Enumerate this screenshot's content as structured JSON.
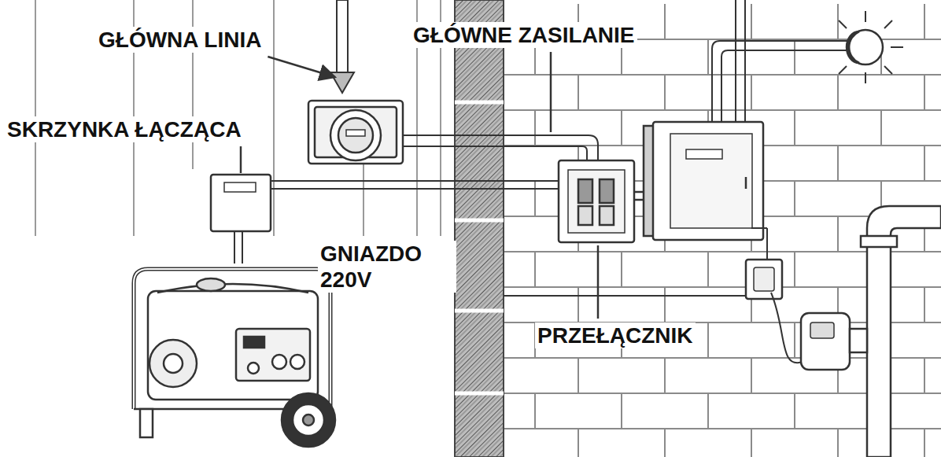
{
  "diagram": {
    "labels": [
      "GŁÓWNA LINIA",
      "GŁÓWNE ZASILANIE",
      "SKRZYNKA ŁĄCZĄCA",
      "GNIAZDO 220V",
      "PRZEŁĄCZNIK"
    ]
  }
}
